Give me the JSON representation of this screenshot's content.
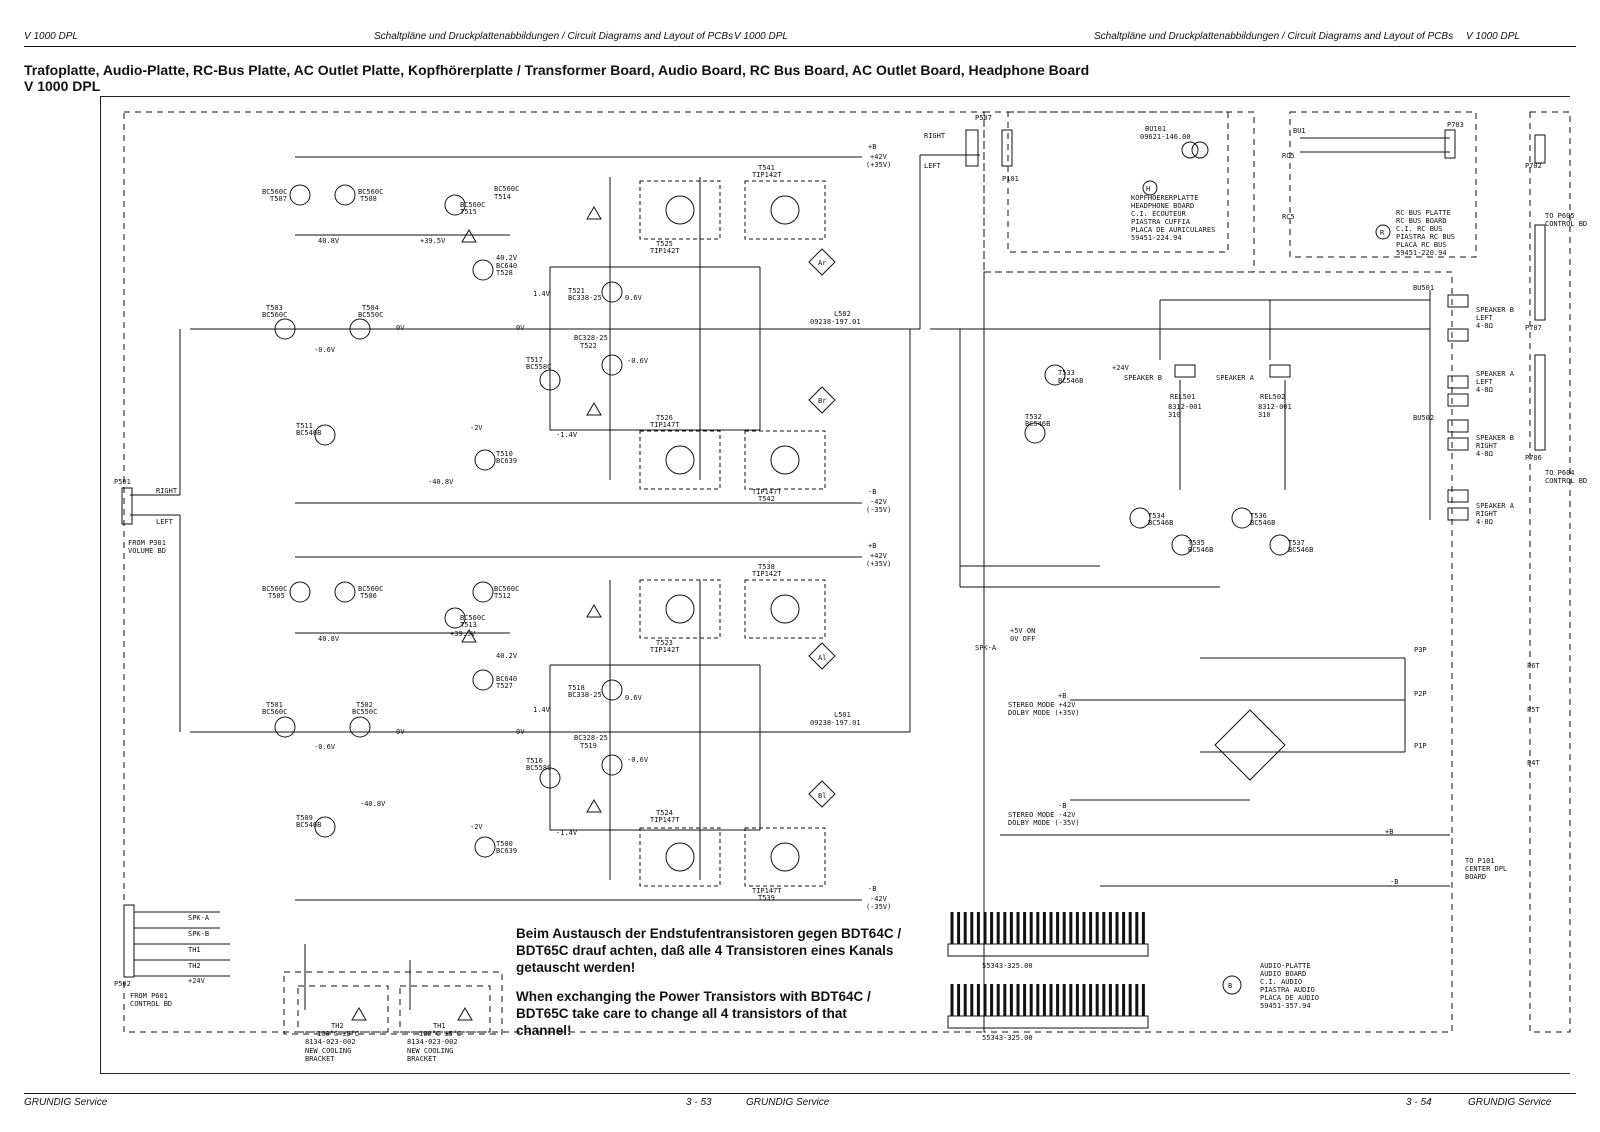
{
  "header": {
    "model_left": "V 1000 DPL",
    "subtitle_left": "Schaltpläne und Druckplattenabbildungen / Circuit Diagrams and Layout of PCBs",
    "model_mid": "V 1000 DPL",
    "subtitle_right": "Schaltpläne und Druckplattenabbildungen / Circuit Diagrams and Layout of PCBs",
    "model_right": "V 1000 DPL"
  },
  "title": {
    "line1": "Trafoplatte, Audio-Platte, RC-Bus Platte, AC Outlet Platte, Kopfhörerplatte / Transformer Board, Audio Board, RC Bus Board, AC Outlet Board, Headphone Board",
    "line2": "V 1000 DPL"
  },
  "footer": {
    "brand_left": "GRUNDIG Service",
    "page_left": "3 - 53",
    "brand_mid": "GRUNDIG Service",
    "page_right": "3 - 54",
    "brand_right": "GRUNDIG Service"
  },
  "notes": {
    "de": "Beim Austausch der Endstufentransistoren gegen BDT64C / BDT65C drauf achten, daß alle 4 Transistoren eines Kanals getauscht werden!",
    "en": "When exchanging the Power Transistors with BDT64C / BDT65C take care to change all 4 transistors of that channel!"
  },
  "labels": {
    "p507": "P507",
    "p101": "P101",
    "p501": "P501",
    "p502": "P502",
    "p703": "P703",
    "p702": "P702",
    "p707": "P707",
    "p706": "P706",
    "bu101": "BU101",
    "bu101_pn": "09621-146.00",
    "bu1": "BU1",
    "bu501": "BU501",
    "bu502": "BU502",
    "right": "RIGHT",
    "left": "LEFT",
    "rc5a": "RC5",
    "rc5b": "RC5",
    "plus_b": "+B",
    "minus_b": "-B",
    "v42": "+42V",
    "v35": "(+35V)",
    "vm42": "-42V",
    "vm35": "(-35V)",
    "from_p301": "FROM P301",
    "volume_bd": "VOLUME BD",
    "from_p601": "FROM P601",
    "control_bd": "CONTROL BD",
    "to_p605": "TO P605",
    "to_p605_b": "CONTROL BD",
    "to_p604": "TO P604",
    "to_p604_b": "CONTROL BD",
    "to_p101": "TO P101",
    "to_p101_b": "CENTER DPL",
    "to_p101_c": "BOARD",
    "spk_a": "SPK-A",
    "spk_b": "SPK-B",
    "th1": "TH1",
    "th2": "TH2",
    "v24": "+24V",
    "speaker_b_left": "SPEAKER B",
    "left_4_8": "LEFT",
    "ohm": "4-8Ω",
    "speaker_a_left": "SPEAKER A",
    "speaker_b_right": "SPEAKER B",
    "right_4_8": "RIGHT",
    "speaker_a_right": "SPEAKER A",
    "speaker_b_rel": "SPEAKER B",
    "speaker_a_rel": "SPEAKER A",
    "rel501": "REL501",
    "rel502": "REL502",
    "rel_pn": "8312-001",
    "rel_310": "310",
    "plus24": "+24V",
    "hp_board_1": "KOPFHOERERPLATTE",
    "hp_board_2": "HEADPHONE BOARD",
    "hp_board_3": "C.I. ECOUTEUR",
    "hp_board_4": "PIASTRA CUFFIA",
    "hp_board_5": "PLACA DE AURICULARES",
    "hp_board_6": "59451-224.94",
    "rc_board_1": "RC BUS PLATTE",
    "rc_board_2": "RC BUS BOARD",
    "rc_board_3": "C.I. RC BUS",
    "rc_board_4": "PIASTRA RC BUS",
    "rc_board_5": "PLACA RC BUS",
    "rc_board_6": "59451-220.94",
    "audio_board_1": "AUDIO-PLATTE",
    "audio_board_2": "AUDIO BOARD",
    "audio_board_3": "C.I. AUDIO",
    "audio_board_4": "PIASTRA AUDIO",
    "audio_board_5": "PLACA DE AUDIO",
    "audio_board_6": "59451-357.94",
    "heatsink_pn": "55343-325.00",
    "th2_label": "TH2",
    "th1_label": "TH1",
    "th_temp": "100°C ±5°C",
    "th_pn": "8134-023-002",
    "new_cooling": "NEW COOLING",
    "bracket": "BRACKET",
    "stereo_p": "STEREO MODE +42V",
    "dolby_p": "DOLBY MODE (+35V)",
    "stereo_m": "STEREO MODE -42V",
    "dolby_m": "DOLBY MODE (-35V)",
    "v_on": "+5V ON",
    "v_off": "0V OFF",
    "p3p": "P3P",
    "p2p": "P2P",
    "p1p": "P1P",
    "p6t": "P6T",
    "p5t": "P5T",
    "p4t": "P4T",
    "l502": "L502",
    "l502_pn": "09238-197.01",
    "l501": "L501",
    "l501_pn": "09238-197.01",
    "v40_8": "40.8V",
    "v0": "0V",
    "vm06": "-0.6V",
    "v14": "1.4V",
    "vm14": "-1.4V",
    "v06": "0.6V",
    "vm06b": "-0.6V",
    "v39_5": "+39.5V",
    "v40_2": "40.2V",
    "vm2": "-2V",
    "vm40_8": "-40.8V",
    "t503": "T503",
    "t504": "T504",
    "t501": "T501",
    "t502": "T502",
    "t507": "T507",
    "t508": "T508",
    "t505": "T505",
    "t506": "T506",
    "t514": "T514",
    "t515": "T515",
    "t512": "T512",
    "t513": "T513",
    "t528": "T528",
    "t527": "T527",
    "t511": "T511",
    "t509": "T509",
    "t510": "T510",
    "t500": "T500",
    "t517": "T517",
    "t516": "T516",
    "t521": "T521",
    "t522": "T522",
    "t518": "T518",
    "t519": "T519",
    "t525": "T525",
    "t541": "T541",
    "t526": "T526",
    "t542": "T542",
    "t523": "T523",
    "t538": "T538",
    "t524": "T524",
    "t539": "T539",
    "t533": "T533",
    "t532": "T532",
    "t534": "T534",
    "t535": "T535",
    "t536": "T536",
    "t537": "T537",
    "bc560c": "BC560C",
    "bc550c": "BC550C",
    "bc546b": "BC546B",
    "bc640": "BC640",
    "bc639": "BC639",
    "bc558c": "BC558C",
    "bc338": "BC338-25",
    "bc328": "BC328-25",
    "tip142t": "TIP142T",
    "tip147t": "TIP147T",
    "ar": "Ar",
    "br": "Br",
    "al": "Al",
    "bl": "Bl",
    "h": "H",
    "r": "R",
    "b": "B"
  }
}
